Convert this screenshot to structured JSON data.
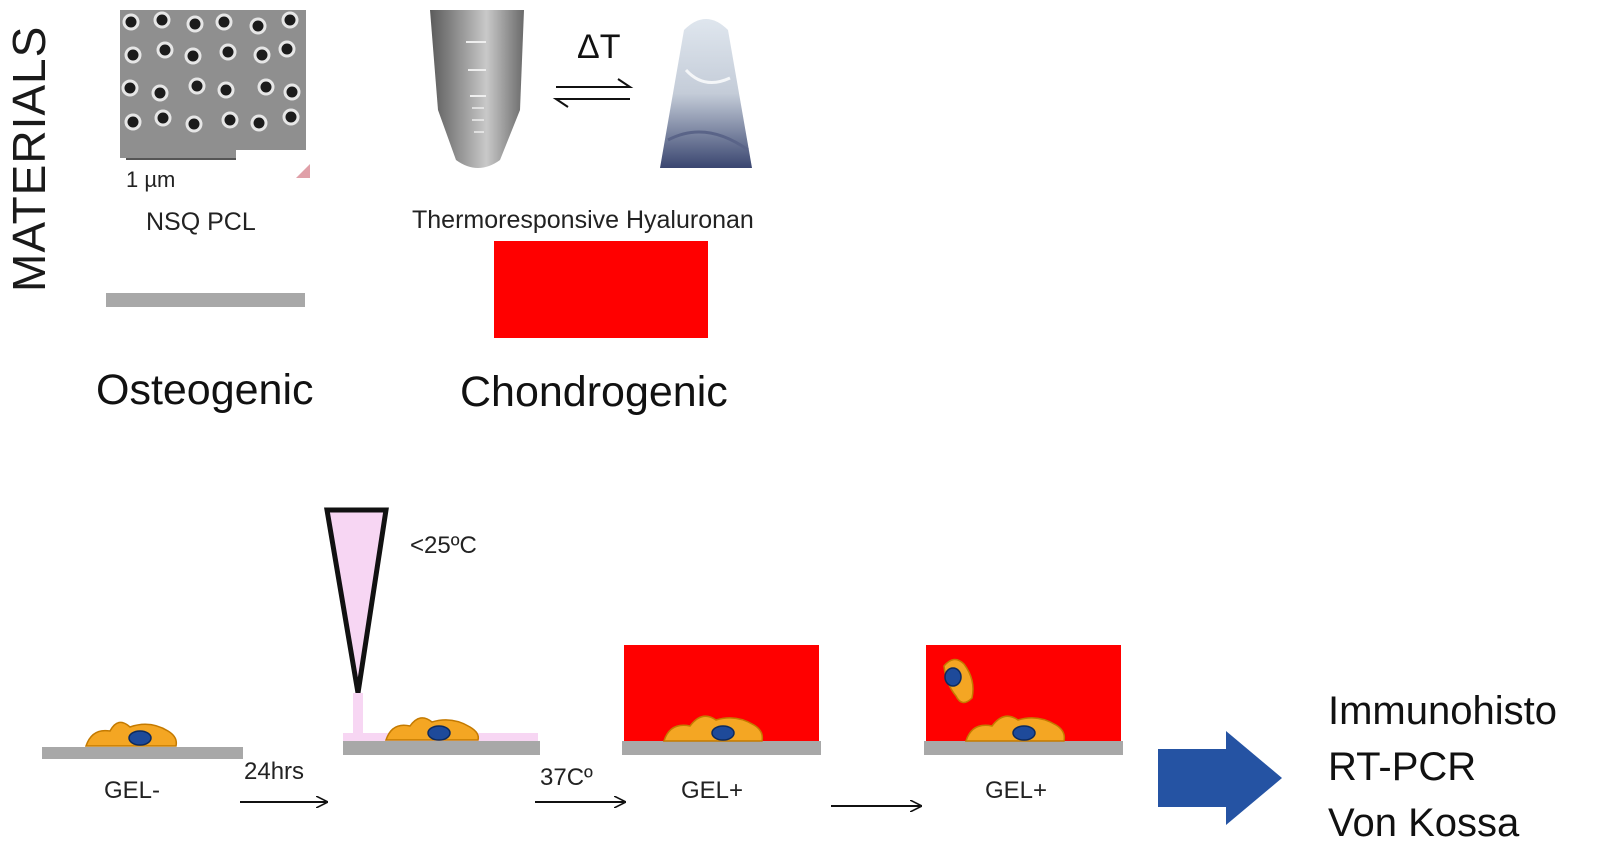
{
  "materials": {
    "section_title": "MATERIALS",
    "sem_scale_label": "1 µm",
    "pcl_label": "NSQ PCL",
    "delta_t_label": "ΔT",
    "hyaluronan_label": "Thermoresponsive Hyaluronan",
    "osteogenic_label": "Osteogenic",
    "chondrogenic_label": "Chondrogenic"
  },
  "protocol": {
    "temp_cold_label": "<25ºC",
    "step1_label": "GEL-",
    "arrow1_label": "24hrs",
    "arrow2_label": "37Cº",
    "step3_label": "GEL+",
    "step4_label": "GEL+"
  },
  "analysis": {
    "methods": [
      "Immunohisto",
      "RT-PCR",
      "Von Kossa"
    ]
  },
  "colors": {
    "gel_red": "#ff0000",
    "substrate_gray": "#a8a8a8",
    "cell_orange": "#f4a623",
    "nucleus_blue": "#1e4a9a",
    "arrow_blue": "#2553a3",
    "pipette_pink": "#f7d6f3"
  }
}
